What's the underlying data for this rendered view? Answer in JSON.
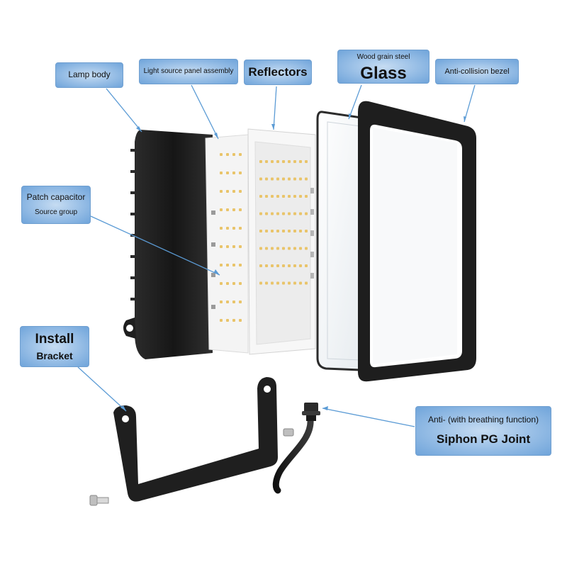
{
  "labels": {
    "lamp_body": "Lamp body",
    "light_source_panel": "Light source panel assembly",
    "reflectors": "Reflectors",
    "glass_top": "Wood grain steel",
    "glass": "Glass",
    "bezel": "Anti-collision bezel",
    "patch_line1": "Patch capacitor",
    "patch_line2": "Source group",
    "install_line1": "Install",
    "install_line2": "Bracket",
    "siphon_line1": "Anti- (with breathing function)",
    "siphon_line2": "Siphon PG Joint"
  },
  "colors": {
    "label_fill": "#9fc3e8",
    "label_border": "#6f9fd0",
    "leader_line": "#5b9bd5",
    "housing": "#1f1f1f",
    "led": "#e9c46a"
  }
}
